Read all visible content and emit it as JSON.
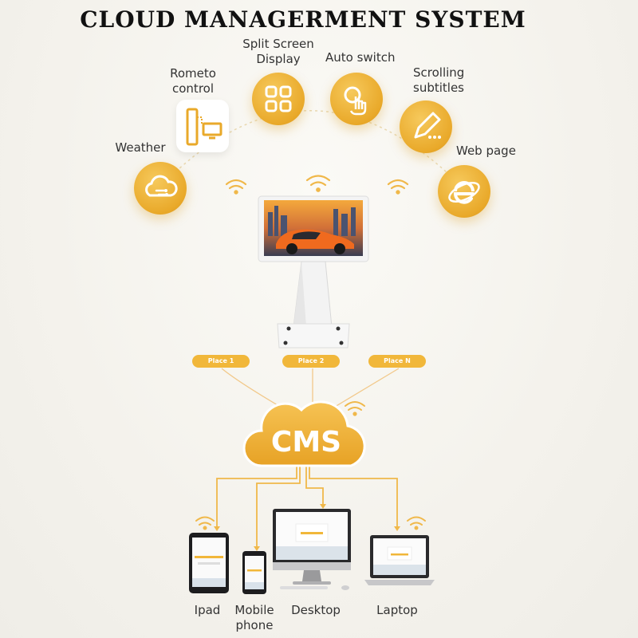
{
  "title": "CLOUD MANAGERMENT SYSTEM",
  "features": [
    {
      "id": "weather",
      "label": "Weather",
      "icon": "cloud-icon"
    },
    {
      "id": "remote",
      "label": "Rometo control",
      "icon": "remote-control-icon"
    },
    {
      "id": "split",
      "label": "Split Screen Display",
      "icon": "grid-icon"
    },
    {
      "id": "auto",
      "label": "Auto switch",
      "icon": "tap-icon"
    },
    {
      "id": "scroll",
      "label": "Scrolling subtitles",
      "icon": "pen-icon"
    },
    {
      "id": "web",
      "label": "Web page",
      "icon": "browser-e-icon"
    }
  ],
  "places": [
    "Place 1",
    "Place 2",
    "Place N"
  ],
  "cms_label": "CMS",
  "devices": [
    {
      "id": "ipad",
      "label": "Ipad"
    },
    {
      "id": "mobile",
      "label": "Mobile phone"
    },
    {
      "id": "desktop",
      "label": "Desktop"
    },
    {
      "id": "laptop",
      "label": "Laptop"
    }
  ],
  "colors": {
    "accent": "#e9a92a",
    "line": "#f0b84a",
    "text": "#333333"
  }
}
